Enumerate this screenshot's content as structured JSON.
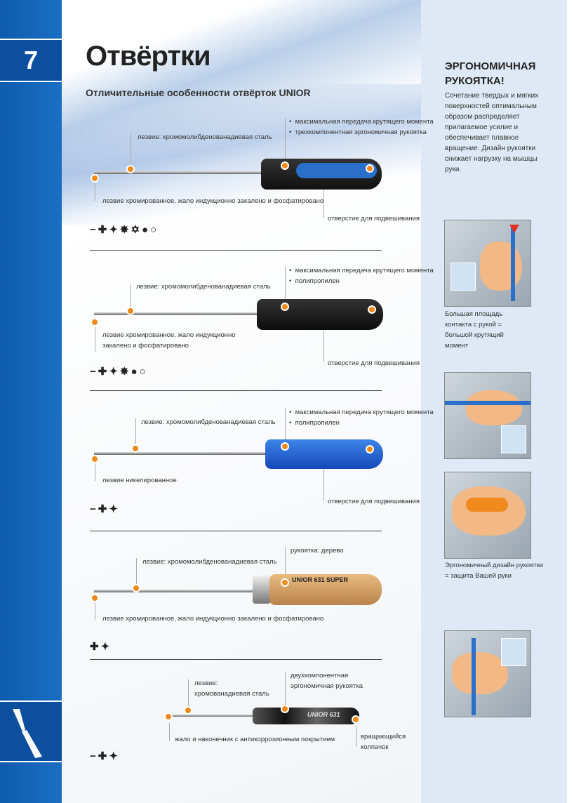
{
  "chapter": "7",
  "title": "Отвёртки",
  "subtitle": "Отличительные особенности отвёрток UNIOR",
  "products": [
    {
      "blade": "лезвие: хромомолибденованадиевая сталь",
      "features": [
        "максимальная передача крутящего момента",
        "трехкомпонентная эргономичная рукоятка"
      ],
      "tip": "лезвие хромированное, жало индукционно закалено и фосфатировано",
      "hole": "отверстие для подвешивания",
      "tips": "−✚✦✸✡●○",
      "handle_color": "#2a6fc9"
    },
    {
      "blade": "лезвие: хромомолибденованадиевая сталь",
      "features": [
        "максимальная передача крутящего момента",
        "полипропилен"
      ],
      "tip": [
        "лезвие хромированное, жало индукционно",
        "закалено и фосфатировано"
      ],
      "hole": "отверстие для подвешивания",
      "tips": "−✚✦✸●○",
      "handle_color": "#1b1b1b"
    },
    {
      "blade": "лезвие: хромомолибденованадиевая сталь",
      "features": [
        "максимальная передача крутящего момента",
        "полипропилен"
      ],
      "tip": "лезвие никелированное",
      "hole": "отверстие для подвешивания",
      "tips": "−✚✦",
      "handle_color": "#1f63d6"
    },
    {
      "blade": "лезвие: хромомолибденованадиевая сталь",
      "features": [
        "рукоятка: дерево"
      ],
      "tip": "лезвие хромированное, жало индукционно закалено и фосфатировано",
      "tips": "✚✦",
      "handle_color": "#d9a56a",
      "brand": "UNIOR 631 SUPER"
    },
    {
      "blade": [
        "лезвие:",
        "хромованадиевая сталь"
      ],
      "features": [
        "двухкомпонентная",
        "эргономичная рукоятка"
      ],
      "tip": "жало и наконечник с антикоррозионным покрытием",
      "cap": [
        "вращающийся",
        "колпачок"
      ],
      "tips": "−✚✦",
      "handle_color": "#1a1a1a",
      "brand": "UNIOR 631"
    }
  ],
  "sidebar": {
    "title": [
      "ЭРГОНОМИЧНАЯ",
      "РУКОЯТКА!"
    ],
    "text": "Сочетание твердых и мягких поверхностей оптимальным образом распределяет прилагаемое усилие и обеспечивает плавное вращение. Дизайн рукоятки снижает нагрузку на мышцы руки.",
    "caption1": [
      "Большая площадь",
      "контакта с рукой =",
      "большой крутящий",
      "момент"
    ],
    "caption2": [
      "Эргономичный дизайн рукоятки",
      "= защита Вашей руки"
    ]
  },
  "colors": {
    "brand_blue": "#0f5cae",
    "accent_orange": "#f08a1c",
    "panel": "#dfe9f5"
  }
}
